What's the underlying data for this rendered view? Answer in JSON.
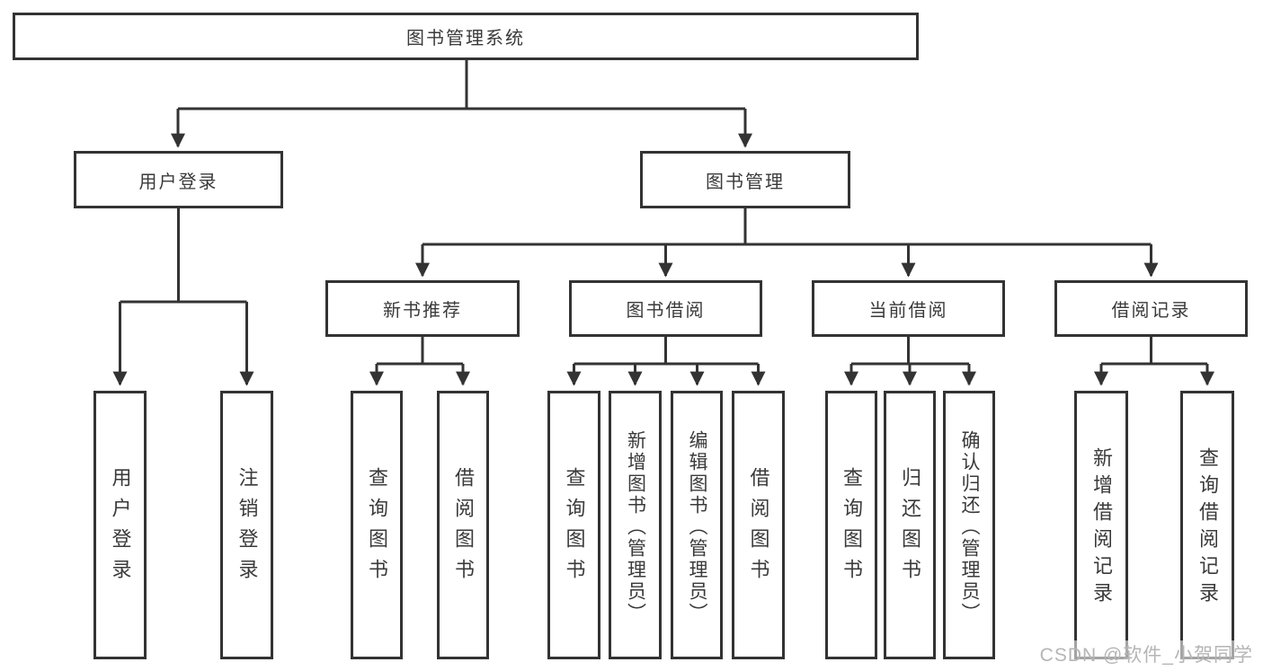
{
  "colors": {
    "line": "#333333",
    "text": "#3a3a3a",
    "watermark": "#b5b5b5",
    "background": "#ffffff"
  },
  "watermark": "CSDN @软件_小贺同学",
  "tree": {
    "root": {
      "label": "图书管理系统"
    },
    "branches": [
      {
        "label": "用户登录",
        "children": [
          {
            "label": "用户登录"
          },
          {
            "label": "注销登录"
          }
        ]
      },
      {
        "label": "图书管理",
        "groups": [
          {
            "label": "新书推荐",
            "children": [
              {
                "label": "查询图书"
              },
              {
                "label": "借阅图书"
              }
            ]
          },
          {
            "label": "图书借阅",
            "children": [
              {
                "label": "查询图书"
              },
              {
                "label": "新增图书（管理员）"
              },
              {
                "label": "编辑图书（管理员）"
              },
              {
                "label": "借阅图书"
              }
            ]
          },
          {
            "label": "当前借阅",
            "children": [
              {
                "label": "查询图书"
              },
              {
                "label": "归还图书"
              },
              {
                "label": "确认归还（管理员）"
              }
            ]
          },
          {
            "label": "借阅记录",
            "children": [
              {
                "label": "新增借阅记录"
              },
              {
                "label": "查询借阅记录"
              }
            ]
          }
        ]
      }
    ]
  }
}
